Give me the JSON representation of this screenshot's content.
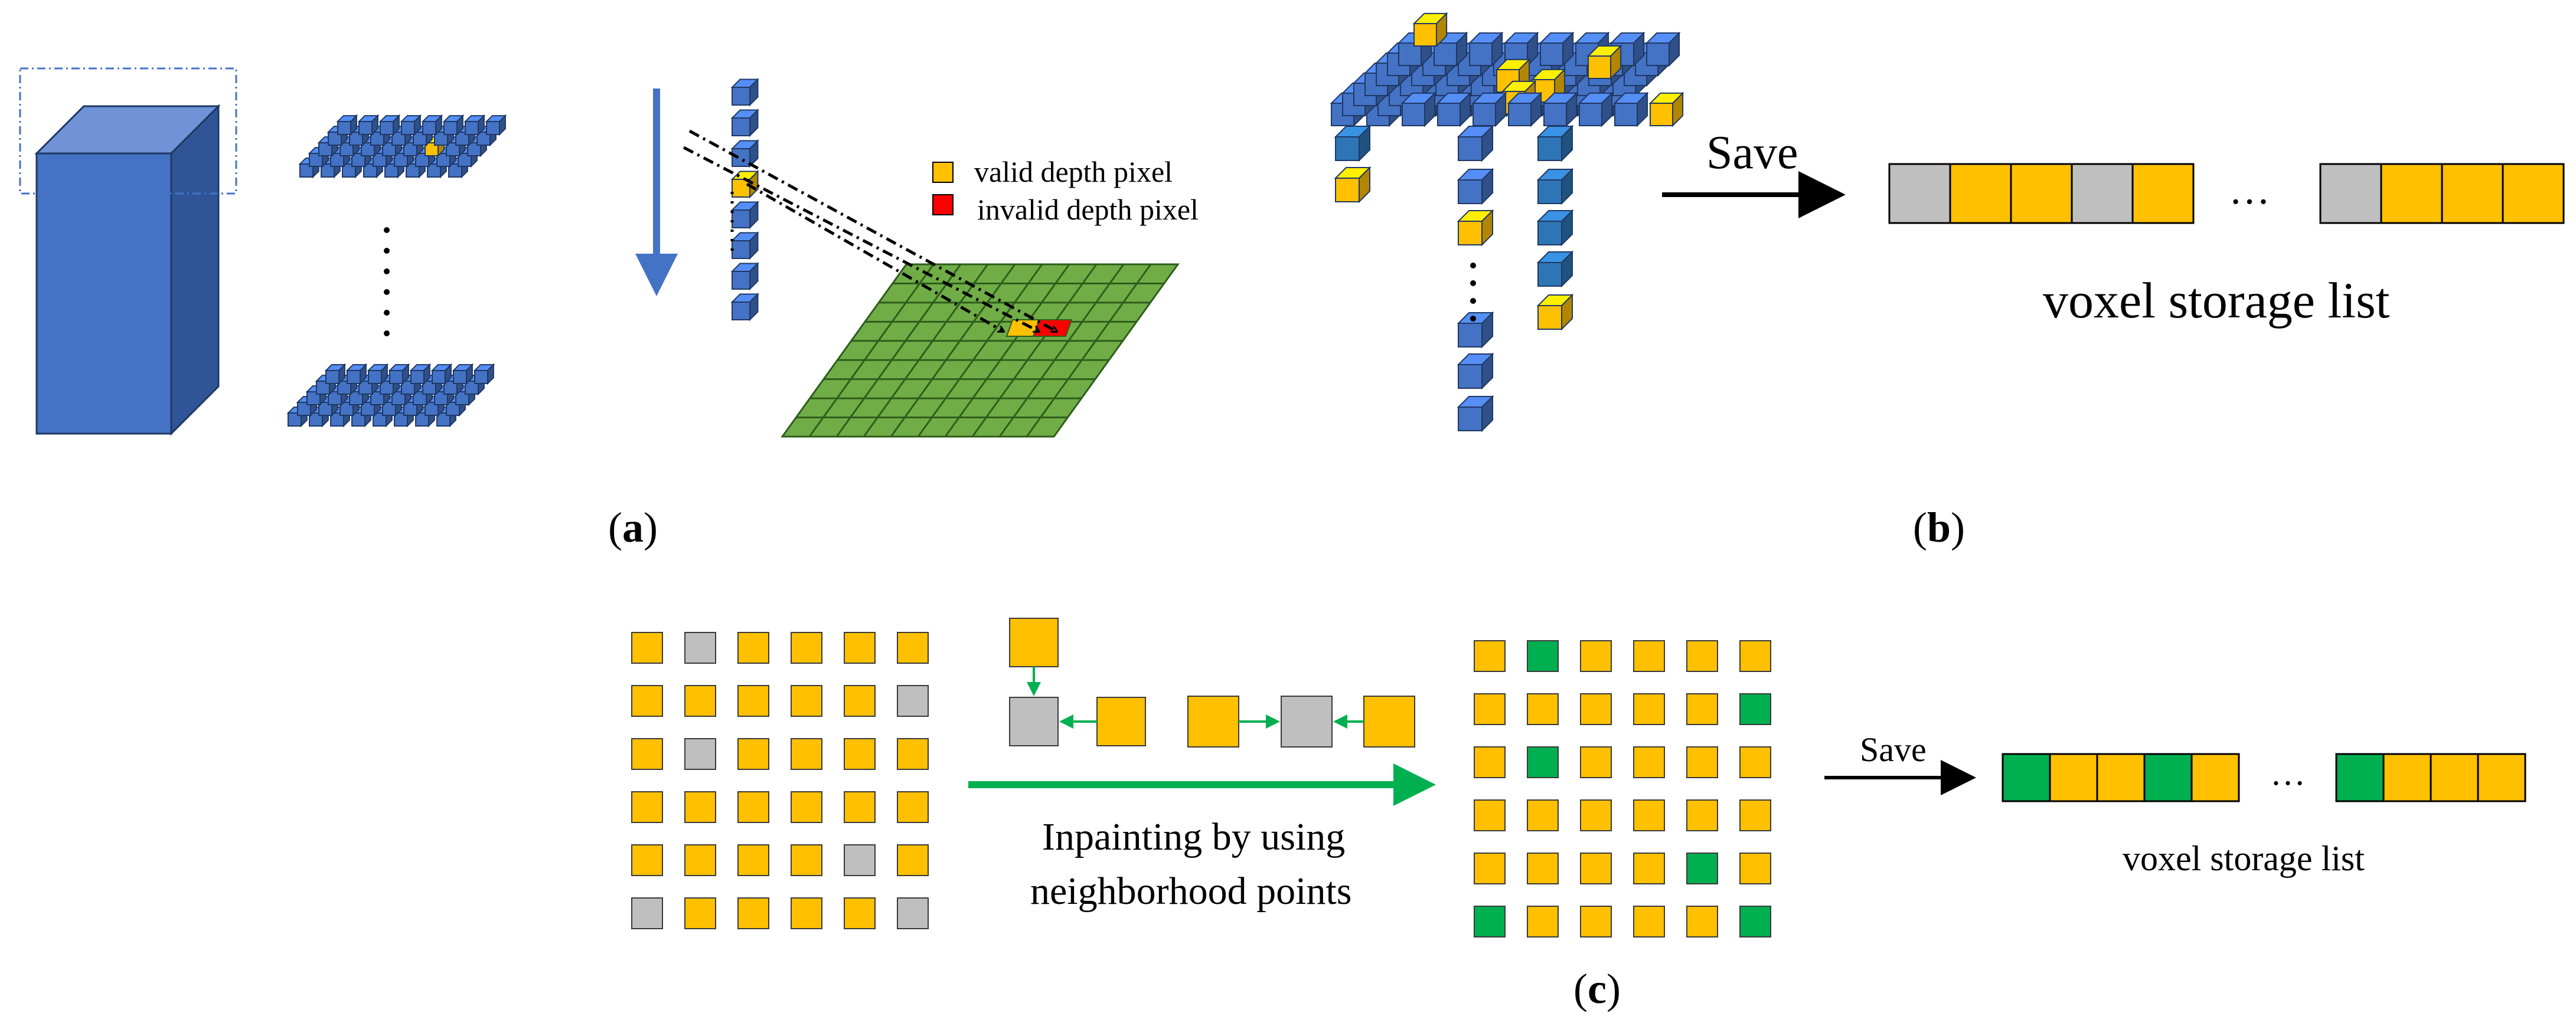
{
  "panel_a": {
    "label_open": "(",
    "label_letter": "a",
    "label_close": ")",
    "legend": {
      "valid": "valid depth pixel",
      "invalid": "invalid depth pixel"
    }
  },
  "panel_b": {
    "label_open": "(",
    "label_letter": "b",
    "label_close": ")",
    "save_label": "Save",
    "ellipsis": "…",
    "list_caption": "voxel storage list",
    "list_left": [
      "gray",
      "yellow",
      "yellow",
      "gray",
      "yellow"
    ],
    "list_right": [
      "gray",
      "yellow",
      "yellow",
      "yellow"
    ]
  },
  "panel_c": {
    "label_open": "(",
    "label_letter": "c",
    "label_close": ")",
    "inpainting_line1": "Inpainting by using",
    "inpainting_line2": "neighborhood points",
    "save_label": "Save",
    "ellipsis": "…",
    "list_caption": "voxel storage list",
    "grid_before": [
      [
        "y",
        "g",
        "y",
        "y",
        "y",
        "y"
      ],
      [
        "y",
        "y",
        "y",
        "y",
        "y",
        "g"
      ],
      [
        "y",
        "g",
        "y",
        "y",
        "y",
        "y"
      ],
      [
        "y",
        "y",
        "y",
        "y",
        "y",
        "y"
      ],
      [
        "y",
        "y",
        "y",
        "y",
        "g",
        "y"
      ],
      [
        "g",
        "y",
        "y",
        "y",
        "y",
        "g"
      ]
    ],
    "grid_after": [
      [
        "y",
        "n",
        "y",
        "y",
        "y",
        "y"
      ],
      [
        "y",
        "y",
        "y",
        "y",
        "y",
        "n"
      ],
      [
        "y",
        "n",
        "y",
        "y",
        "y",
        "y"
      ],
      [
        "y",
        "y",
        "y",
        "y",
        "y",
        "y"
      ],
      [
        "y",
        "y",
        "y",
        "y",
        "n",
        "y"
      ],
      [
        "n",
        "y",
        "y",
        "y",
        "y",
        "n"
      ]
    ],
    "list_left": [
      "green",
      "yellow",
      "yellow",
      "green",
      "yellow"
    ],
    "list_right": [
      "green",
      "yellow",
      "yellow",
      "yellow"
    ]
  },
  "colors": {
    "cube_blue": "#4472c4",
    "cube_blue_dark": "#2f5597",
    "cube_blue_light": "#6f93d6",
    "yellow": "#ffc000",
    "gray": "#bfbfbf",
    "green_fill": "#00b050",
    "grid_green": "#70ad47",
    "invalid_red": "#ff0000",
    "arrow_green": "#00b050",
    "bbox_blue": "#4472c4"
  }
}
